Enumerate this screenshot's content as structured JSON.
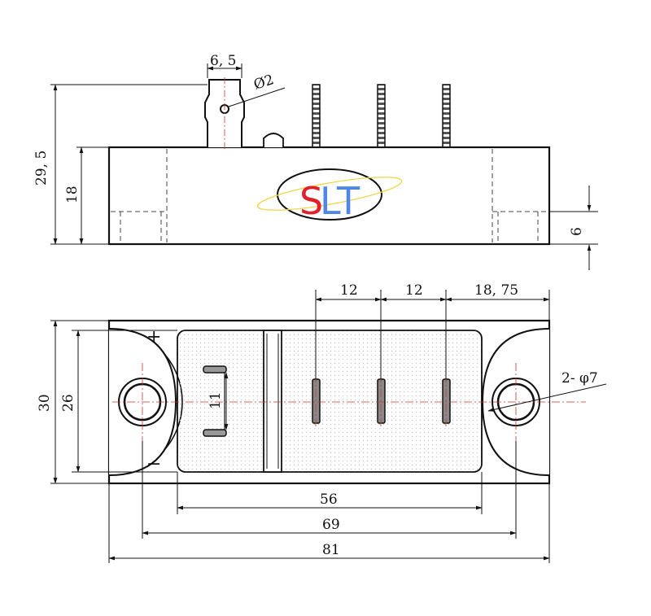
{
  "logo": {
    "letter_s": "S",
    "letter_l": "L",
    "letter_t": "T",
    "color_s": "#e0202a",
    "color_lt": "#4f86e8",
    "orbit_color": "#f2d64a"
  },
  "side_view": {
    "dims": {
      "pin_width": "6, 5",
      "hole_dia": "Ø2",
      "total_height": "29, 5",
      "body_height": "18",
      "mount_depth": "6"
    }
  },
  "top_view": {
    "dims": {
      "pitch_1": "12",
      "pitch_2": "12",
      "pitch_3": "18, 75",
      "inner_height": "26",
      "outer_height": "30",
      "pin_span": "11",
      "hole_spec": "2- φ7",
      "inner_width": "56",
      "hole_spacing": "69",
      "overall_length": "81"
    },
    "polarity": {
      "plus": "+",
      "minus": "−"
    }
  }
}
